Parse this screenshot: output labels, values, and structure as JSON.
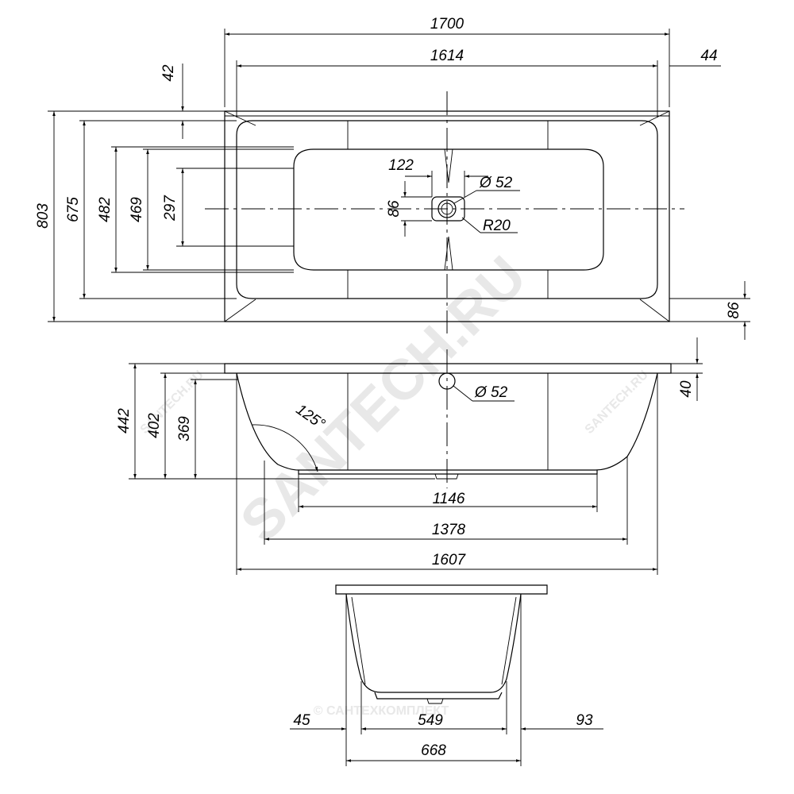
{
  "top_view": {
    "overall_length": "1700",
    "inner_length": "1614",
    "rim_offset": "44",
    "top_rim": "42",
    "overall_width": "803",
    "inner_width": "675",
    "basin_width": "482",
    "basin_inner_width": "469",
    "floor_width": "297",
    "drain_offset_x": "122",
    "drain_offset_y": "86",
    "drain_diameter": "Ø 52",
    "drain_radius": "R20",
    "bottom_rim": "86"
  },
  "side_view": {
    "overflow_diameter": "Ø 52",
    "overall_height": "442",
    "inner_height": "402",
    "basin_depth": "369",
    "rim_height": "40",
    "angle": "125°",
    "floor_length": "1146",
    "base_length": "1378",
    "inner_length": "1607"
  },
  "end_view": {
    "left_offset": "45",
    "floor_width": "549",
    "right_offset": "93",
    "inner_width": "668"
  },
  "watermarks": {
    "main": "SANTECH.RU",
    "small": "SANTECH.RU",
    "bottom": "© САНТЕХКОМПЛЕКТ"
  }
}
